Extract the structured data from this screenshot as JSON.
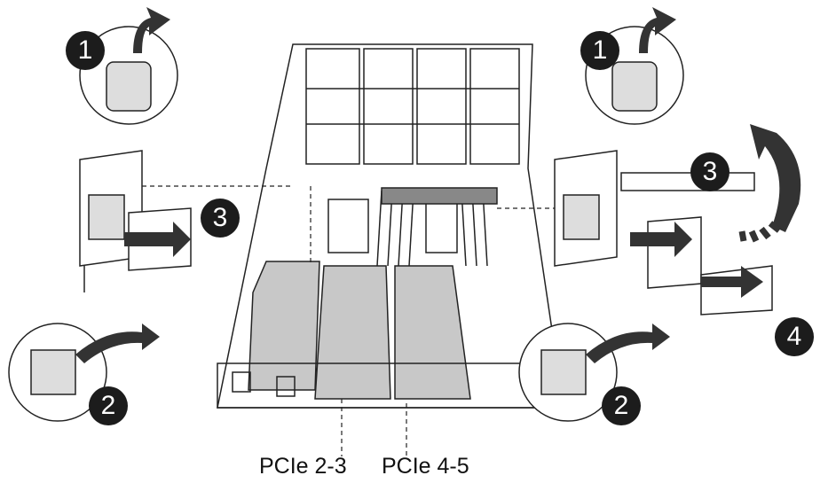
{
  "callouts": {
    "left_step1": "1",
    "left_step2": "2",
    "left_step3": "3",
    "right_step1": "1",
    "right_step2": "2",
    "right_step3": "3",
    "right_step4": "4"
  },
  "labels": {
    "pcie_2_3": "PCIe 2-3",
    "pcie_4_5": "PCIe 4-5"
  },
  "colors": {
    "callout": "#1c1c1c",
    "riser_fill": "#c8c8c8",
    "line": "#222222"
  }
}
